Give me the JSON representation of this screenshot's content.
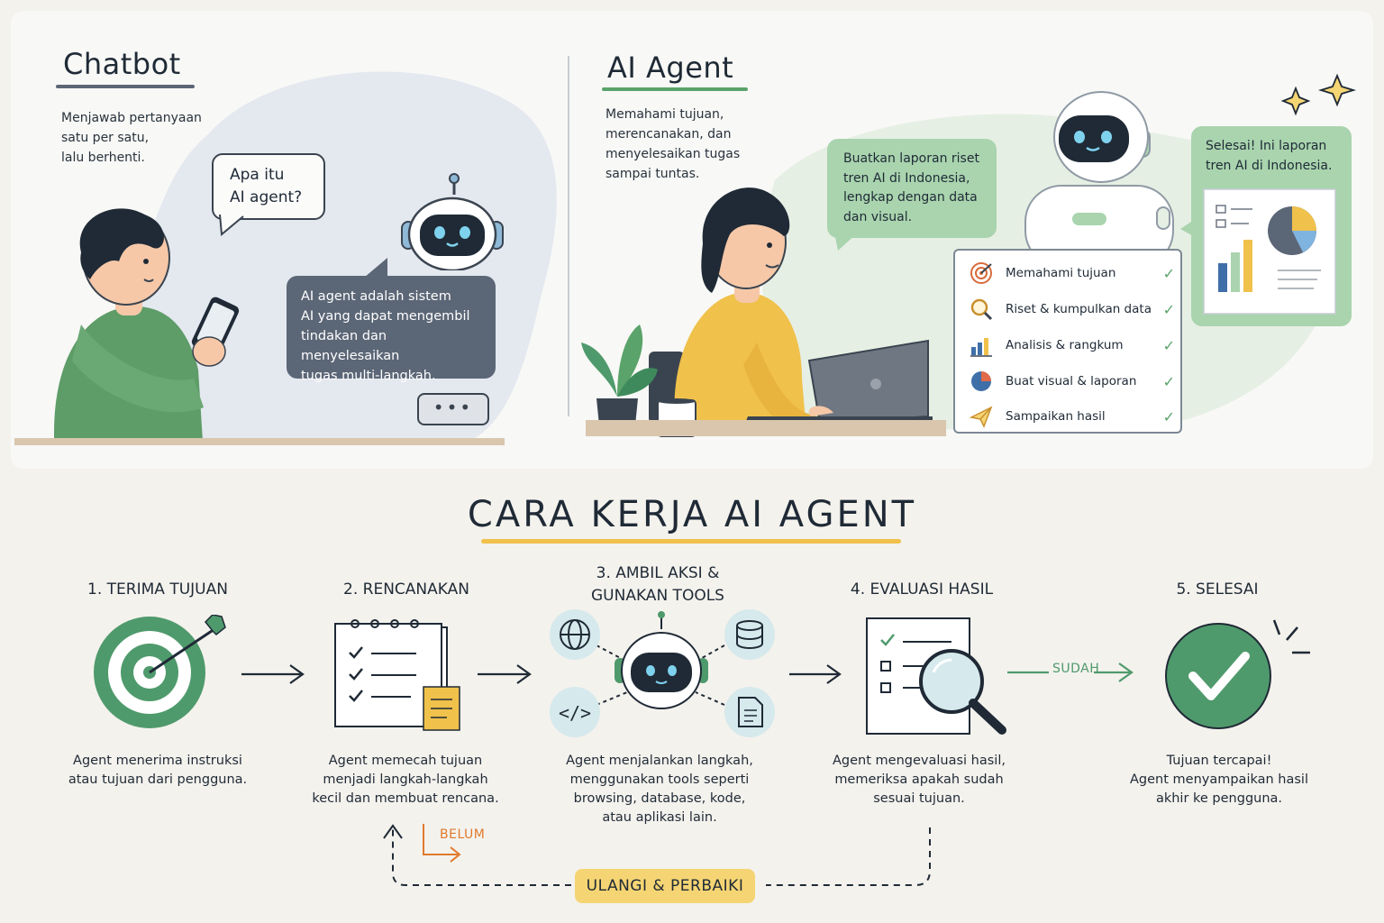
{
  "chatbot": {
    "title": "Chatbot",
    "note": "Menjawab pertanyaan\nsatu per satu,\nlalu berhenti.",
    "user_question": "Apa itu\nAI agent?",
    "bot_answer": "AI agent adalah sistem\nAI yang dapat mengembil\ntindakan dan menyelesaikan\ntugas multi-langkah."
  },
  "agent": {
    "title": "AI Agent",
    "note": "Memahami tujuan,\nmerencanakan, dan\nmenyelesaikan tugas\nsampai tuntas.",
    "user_request": "Buatkan laporan riset\ntren AI di Indonesia,\nlengkap dengan data\ndan visual.",
    "agent_reply": "Selesai! Ini laporan\ntren AI di Indonesia.",
    "checklist": [
      {
        "label": "Memahami tujuan",
        "icon": "target-icon"
      },
      {
        "label": "Riset & kumpulkan data",
        "icon": "magnifier-icon"
      },
      {
        "label": "Analisis & rangkum",
        "icon": "bar-chart-icon"
      },
      {
        "label": "Buat visual & laporan",
        "icon": "pie-chart-icon"
      },
      {
        "label": "Sampaikan hasil",
        "icon": "paper-plane-icon"
      }
    ]
  },
  "workflow": {
    "title": "CARA KERJA AI AGENT",
    "steps": [
      {
        "title": "1. TERIMA TUJUAN",
        "desc": "Agent menerima instruksi\natau tujuan dari pengguna."
      },
      {
        "title": "2. RENCANAKAN",
        "desc": "Agent memecah tujuan\nmenjadi langkah-langkah\nkecil dan membuat rencana."
      },
      {
        "title": "3. AMBIL AKSI &\nGUNAKAN TOOLS",
        "desc": "Agent menjalankan langkah,\nmenggunakan tools seperti\nbrowsing, database, kode,\natau aplikasi lain."
      },
      {
        "title": "4. EVALUASI HASIL",
        "desc": "Agent mengevaluasi hasil,\nmemeriksa apakah sudah\nsesuai tujuan."
      },
      {
        "title": "5. SELESAI",
        "desc": "Tujuan tercapai!\nAgent menyampaikan hasil\nakhir ke pengguna."
      }
    ],
    "done_label": "SUDAH",
    "not_yet_label": "BELUM",
    "loop_label": "ULANGI & PERBAIKI"
  },
  "colors": {
    "green": "#4f9a6c",
    "dark": "#1f2a36",
    "yellow": "#f5d573",
    "orange": "#e07a2e",
    "blob_blue": "#e5e9f0",
    "blob_green": "#e6f0e4"
  }
}
